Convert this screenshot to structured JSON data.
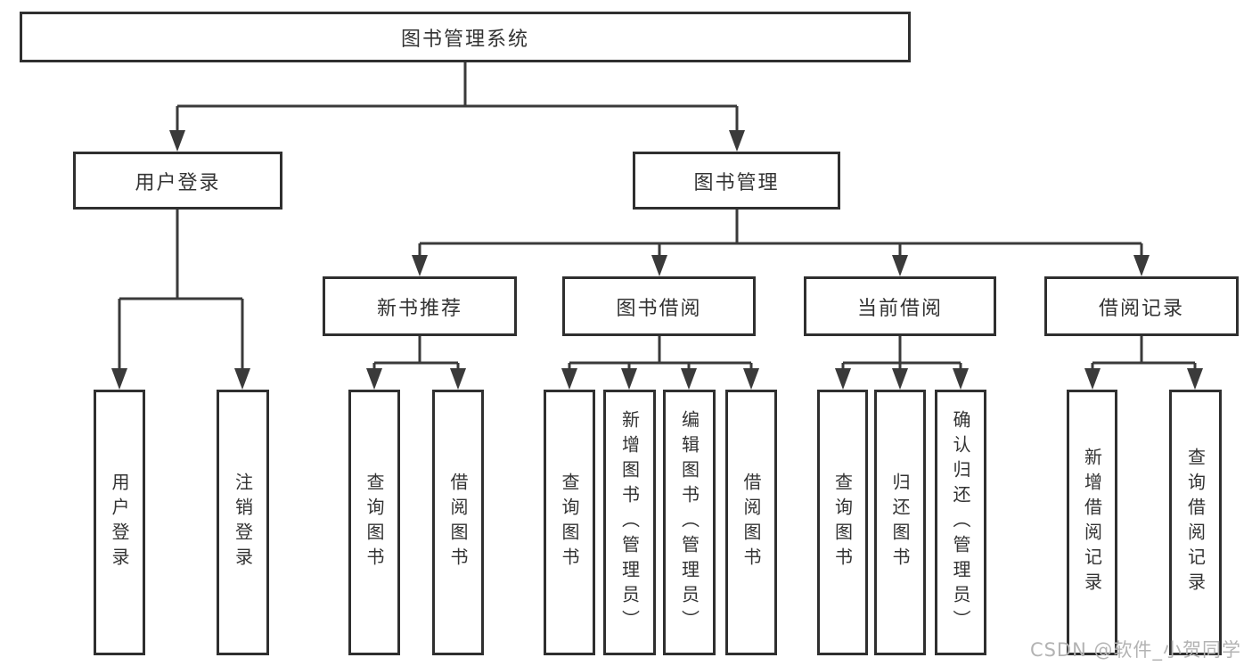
{
  "tree": {
    "root": {
      "label": "图书管理系统"
    },
    "branches": [
      {
        "label": "用户登录",
        "leaves": [
          {
            "label": "用户登录"
          },
          {
            "label": "注销登录"
          }
        ]
      },
      {
        "label": "图书管理",
        "groups": [
          {
            "label": "新书推荐",
            "leaves": [
              {
                "label": "查询图书"
              },
              {
                "label": "借阅图书"
              }
            ]
          },
          {
            "label": "图书借阅",
            "leaves": [
              {
                "label": "查询图书"
              },
              {
                "label": "新增图书（管理员）"
              },
              {
                "label": "编辑图书（管理员）"
              },
              {
                "label": "借阅图书"
              }
            ]
          },
          {
            "label": "当前借阅",
            "leaves": [
              {
                "label": "查询图书"
              },
              {
                "label": "归还图书"
              },
              {
                "label": "确认归还（管理员）"
              }
            ]
          },
          {
            "label": "借阅记录",
            "leaves": [
              {
                "label": "新增借阅记录"
              },
              {
                "label": "查询借阅记录"
              }
            ]
          }
        ]
      }
    ]
  },
  "watermark": {
    "text": "CSDN @软件_小贺同学"
  },
  "colors": {
    "line": "#3a3a3a",
    "border": "#2f2f2f",
    "text": "#333333",
    "watermark": "#b3b3b3",
    "background": "#ffffff"
  }
}
